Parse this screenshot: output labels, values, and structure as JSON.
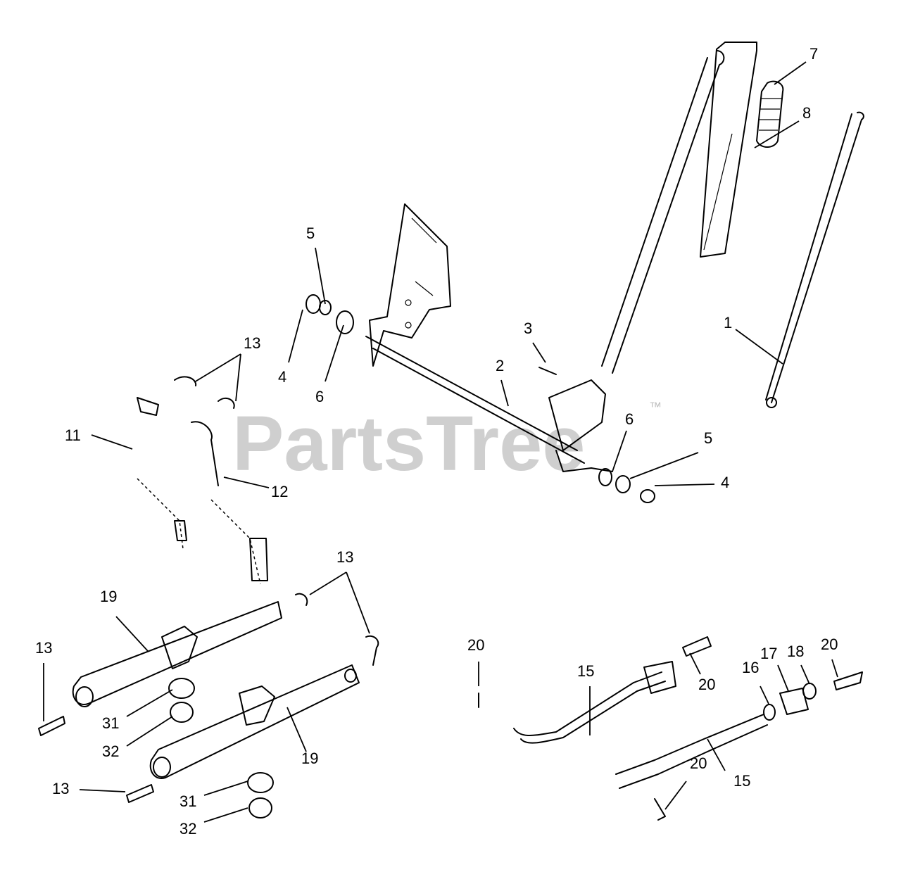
{
  "watermark": {
    "text": "PartsTree",
    "trademark": "™"
  },
  "callouts": [
    "1",
    "2",
    "3",
    "4",
    "4",
    "5",
    "5",
    "6",
    "6",
    "7",
    "8",
    "11",
    "12",
    "13",
    "13",
    "13",
    "13",
    "15",
    "15",
    "16",
    "17",
    "18",
    "19",
    "19",
    "20",
    "20",
    "20",
    "20",
    "31",
    "31",
    "32",
    "32"
  ]
}
